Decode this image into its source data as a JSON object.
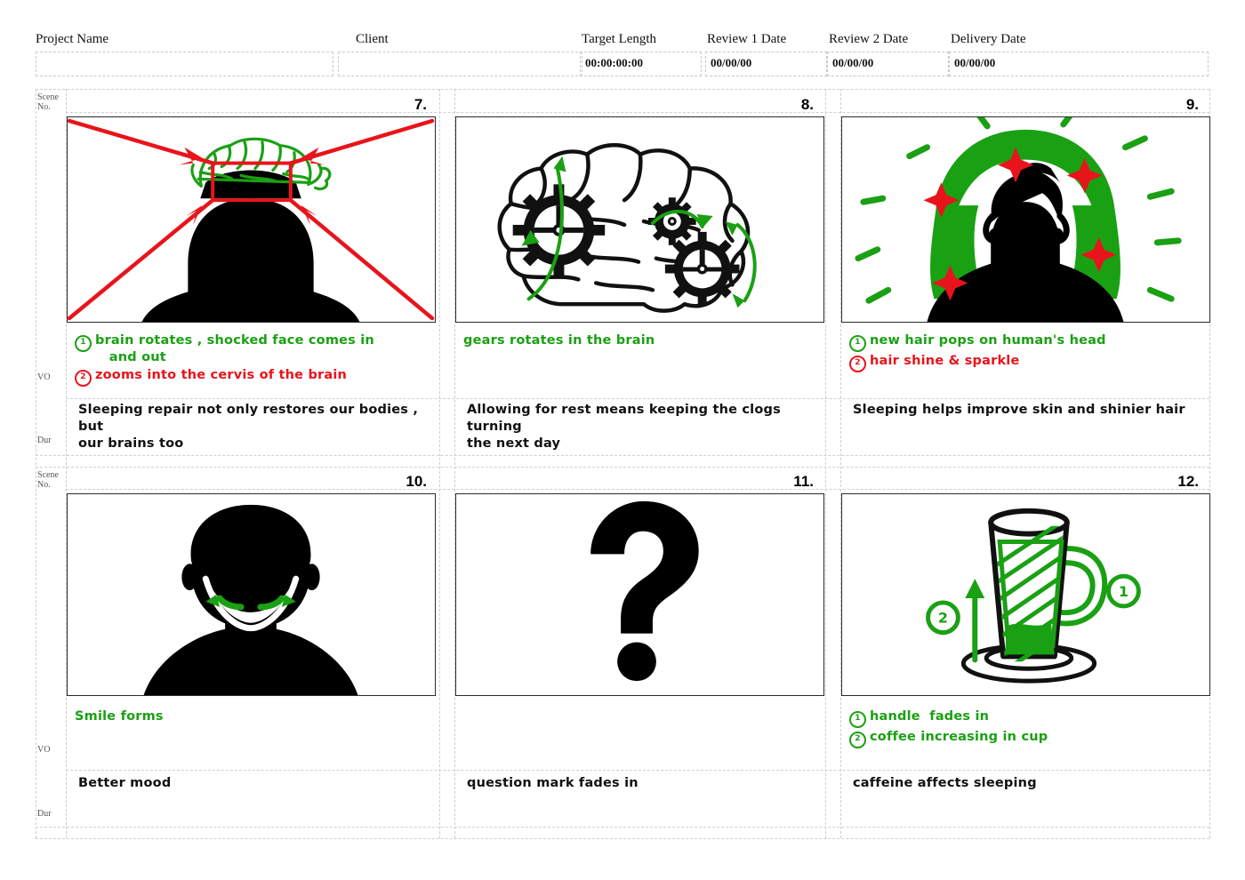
{
  "header": {
    "fields": [
      {
        "label": "Project Name",
        "value": ""
      },
      {
        "label": "Client",
        "value": ""
      },
      {
        "label": "Target Length",
        "value": "00:00:00:00"
      },
      {
        "label": "Review 1 Date",
        "value": "00/00/00"
      },
      {
        "label": "Review 2 Date",
        "value": "00/00/00"
      },
      {
        "label": "Delivery Date",
        "value": "00/00/00"
      }
    ]
  },
  "row_labels": {
    "scene_no_line1": "Scene",
    "scene_no_line2": "No.",
    "vo": "VO",
    "dur": "Dur"
  },
  "colors": {
    "green": "#1aa013",
    "red": "#e8141b",
    "black": "#111111",
    "dash": "#cfcfcf",
    "frame_border": "#2b2b2b"
  },
  "scenes": [
    {
      "number": "7.",
      "illustration": "head-with-brain-red-zoom-arrows",
      "actions": [
        {
          "marker": "1",
          "color": "green",
          "text": "brain rotates , shocked face comes in\n   and out"
        },
        {
          "marker": "2",
          "color": "red",
          "text": "zooms into the cervis of the brain"
        }
      ],
      "vo": "Sleeping repair not only restores our bodies , but\nour brains too",
      "dur": ""
    },
    {
      "number": "8.",
      "illustration": "brain-with-gears",
      "actions": [
        {
          "marker": "",
          "color": "green",
          "text": "gears rotates in the brain"
        }
      ],
      "vo": "Allowing for rest means keeping the clogs turning\nthe next day",
      "dur": ""
    },
    {
      "number": "9.",
      "illustration": "woman-green-hair-sparkles",
      "actions": [
        {
          "marker": "1",
          "color": "green",
          "text": "new hair pops on human's head"
        },
        {
          "marker": "2",
          "color": "red",
          "text": "hair shine & sparkle"
        }
      ],
      "vo": "Sleeping helps improve skin and shinier hair",
      "dur": ""
    },
    {
      "number": "10.",
      "illustration": "man-silhouette-smile",
      "actions": [
        {
          "marker": "",
          "color": "green",
          "text": "Smile forms"
        }
      ],
      "vo": "Better mood",
      "dur": ""
    },
    {
      "number": "11.",
      "illustration": "question-mark",
      "actions": [],
      "vo": "question mark fades in",
      "dur": ""
    },
    {
      "number": "12.",
      "illustration": "coffee-glass-mug",
      "actions": [
        {
          "marker": "1",
          "color": "green",
          "text": "handle  fades in"
        },
        {
          "marker": "2",
          "color": "green",
          "text": "coffee increasing in cup"
        }
      ],
      "vo": "caffeine affects sleeping",
      "dur": ""
    }
  ]
}
